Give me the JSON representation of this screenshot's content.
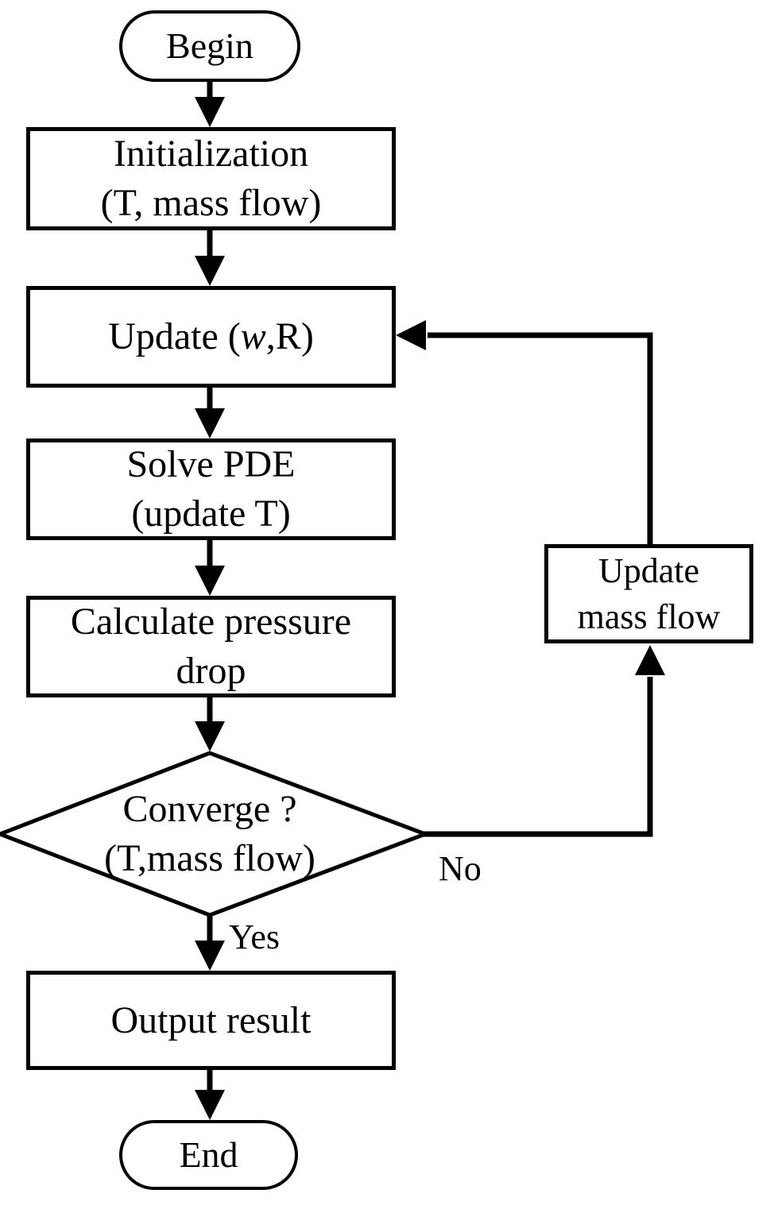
{
  "diagram": {
    "type": "flowchart",
    "colors": {
      "background": "#ffffff",
      "stroke": "#000000",
      "text": "#000000"
    },
    "nodes": {
      "begin": {
        "shape": "terminator",
        "label": "Begin"
      },
      "initialization": {
        "shape": "process",
        "lines": [
          "Initialization",
          "(T, mass flow)"
        ]
      },
      "update_wr": {
        "shape": "process",
        "parts": [
          "Update (",
          "w",
          ",R)"
        ]
      },
      "solve_pde": {
        "shape": "process",
        "lines": [
          "Solve PDE",
          "(update T)"
        ]
      },
      "calculate_pressure_drop": {
        "shape": "process",
        "lines": [
          "Calculate pressure",
          "drop"
        ]
      },
      "converge_decision": {
        "shape": "decision",
        "lines": [
          "Converge ?",
          "(T,mass flow)"
        ]
      },
      "update_mass_flow": {
        "shape": "process",
        "lines": [
          "Update",
          "mass flow"
        ]
      },
      "output_result": {
        "shape": "process",
        "label": "Output result"
      },
      "end": {
        "shape": "terminator",
        "label": "End"
      }
    },
    "edge_labels": {
      "yes": "Yes",
      "no": "No"
    }
  }
}
